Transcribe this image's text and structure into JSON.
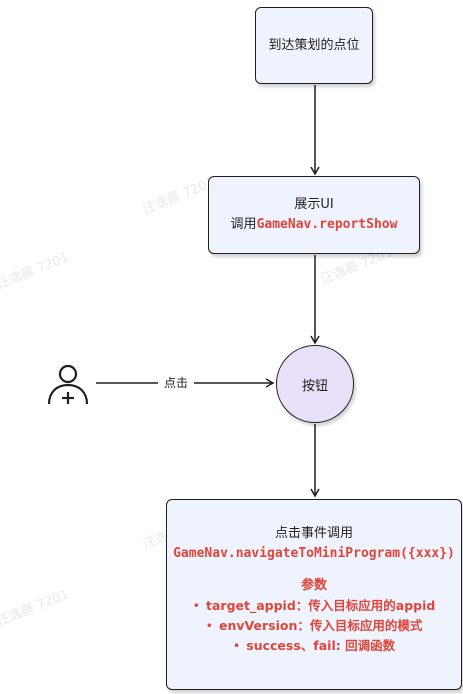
{
  "nodes": {
    "reach_point": {
      "text": "到达策划的点位"
    },
    "show_ui": {
      "line1": "展示UI",
      "line2_prefix": "调用",
      "line2_code": "GameNav.reportShow"
    },
    "button": {
      "text": "按钮"
    },
    "click_event": {
      "line1": "点击事件调用",
      "code": "GameNav.navigateToMiniProgram({xxx})",
      "params_title": "参数",
      "params": [
        {
          "bullet": "•",
          "text": "target_appid：传入目标应用的appid"
        },
        {
          "bullet": "•",
          "text": "envVersion：传入目标应用的模式"
        },
        {
          "bullet": "•",
          "text": "success、fail: 回调函数"
        }
      ]
    }
  },
  "edge_label": "点击",
  "watermarks": [
    "汪逸晨 7201",
    "汪逸晨 7201",
    "汪逸晨 7201",
    "汪逸晨 7201",
    "汪逸晨 7201"
  ],
  "icons": {
    "user": "user-add-icon"
  },
  "colors": {
    "node_fill": "#eef3fd",
    "button_fill": "#e8e0f8",
    "highlight": "#e0453a",
    "stroke": "#1f1f1f"
  }
}
